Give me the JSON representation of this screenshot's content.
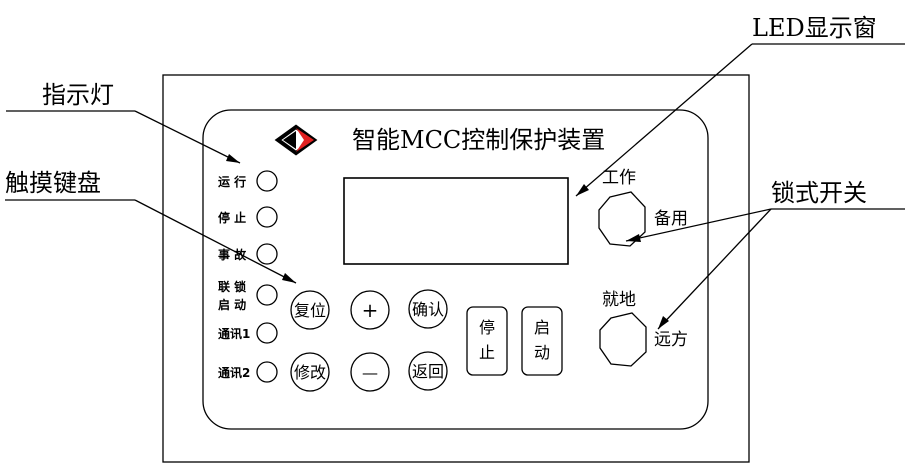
{
  "callouts": {
    "led_window": "LED显示窗",
    "indicator": "指示灯",
    "keypad": "触摸键盘",
    "lock_switch": "锁式开关"
  },
  "panel": {
    "title": "智能MCC控制保护装置",
    "logo_colors": {
      "dark": "#000000",
      "red": "#e02020"
    }
  },
  "indicators": [
    {
      "lines": [
        "运 行"
      ]
    },
    {
      "lines": [
        "停 止"
      ]
    },
    {
      "lines": [
        "事 故"
      ]
    },
    {
      "lines": [
        "联 锁",
        "启 动"
      ]
    },
    {
      "lines": [
        "通讯1"
      ]
    },
    {
      "lines": [
        "通讯2"
      ]
    }
  ],
  "keys": {
    "reset": "复位",
    "plus": "+",
    "confirm": "确认",
    "modify": "修改",
    "minus": "—",
    "back": "返回",
    "stop": [
      "停",
      "止"
    ],
    "start": [
      "启",
      "动"
    ]
  },
  "switches": {
    "work_label": "工作",
    "standby_label": "备用",
    "local_label": "就地",
    "remote_label": "远方"
  }
}
